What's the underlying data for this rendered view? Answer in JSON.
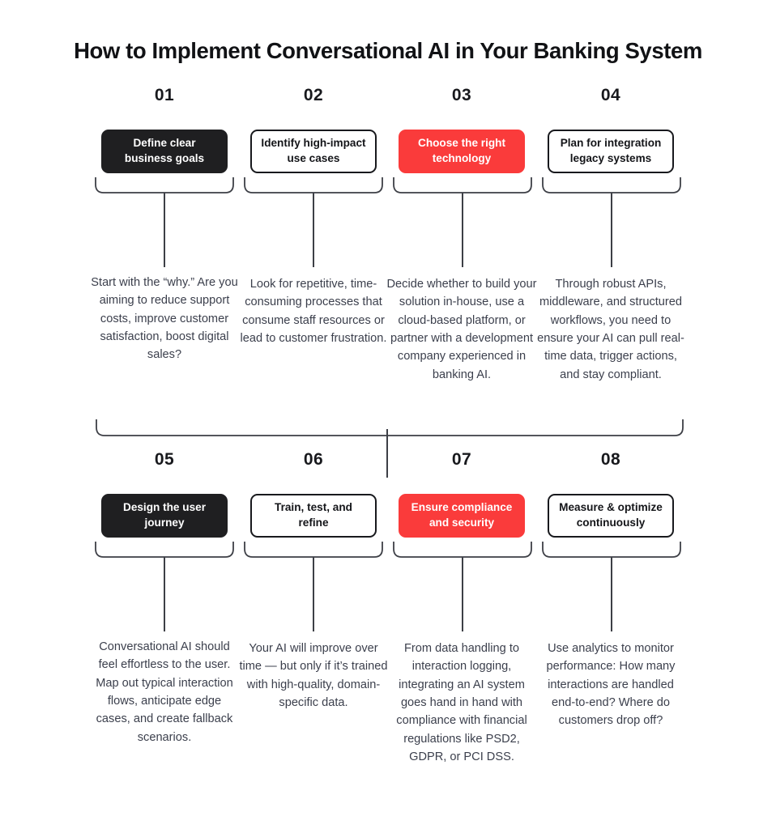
{
  "header": {
    "title": "How to Implement Conversational AI in Your Banking System"
  },
  "colors": {
    "accent": "#fa3b3b",
    "dark": "#1f1f21",
    "text": "#3b3f4c",
    "heading": "#111215",
    "line": "#3d3f46",
    "background": "#ffffff"
  },
  "steps": [
    {
      "number": "01",
      "label": "Define clear business goals",
      "style": "dark",
      "body": "Start with the “why.” Are you aiming to reduce support costs, improve customer satisfaction, boost digital sales?"
    },
    {
      "number": "02",
      "label": "Identify high-impact use cases",
      "style": "plain",
      "body": "Look for repetitive, time-consuming processes that consume staff resources or lead to customer frustration."
    },
    {
      "number": "03",
      "label": "Choose the right technology",
      "style": "accent",
      "body": "Decide whether to build your solution in-house, use a cloud-based platform, or partner with a development company experienced in banking AI."
    },
    {
      "number": "04",
      "label": "Plan for integration legacy systems",
      "style": "plain",
      "body": "Through robust APIs, middleware, and structured workflows, you need to ensure your AI can pull real-time data, trigger actions, and stay compliant."
    },
    {
      "number": "05",
      "label": "Design the user journey",
      "style": "dark",
      "body": "Conversational AI should feel effortless to the user. Map out typical interaction flows, anticipate edge cases, and create fallback scenarios."
    },
    {
      "number": "06",
      "label": "Train, test, and refine",
      "style": "plain",
      "body": "Your AI will improve over time — but only if it’s trained with high-quality, domain-specific data."
    },
    {
      "number": "07",
      "label": "Ensure compliance and security",
      "style": "accent",
      "body": "From data handling to interaction logging, integrating an AI system goes hand in hand with compliance with financial regulations like PSD2, GDPR, or PCI DSS."
    },
    {
      "number": "08",
      "label": "Measure & optimize continuously",
      "style": "plain",
      "body": "Use analytics to monitor performance: How many interactions are handled end-to-end?  Where do customers drop off?"
    }
  ]
}
